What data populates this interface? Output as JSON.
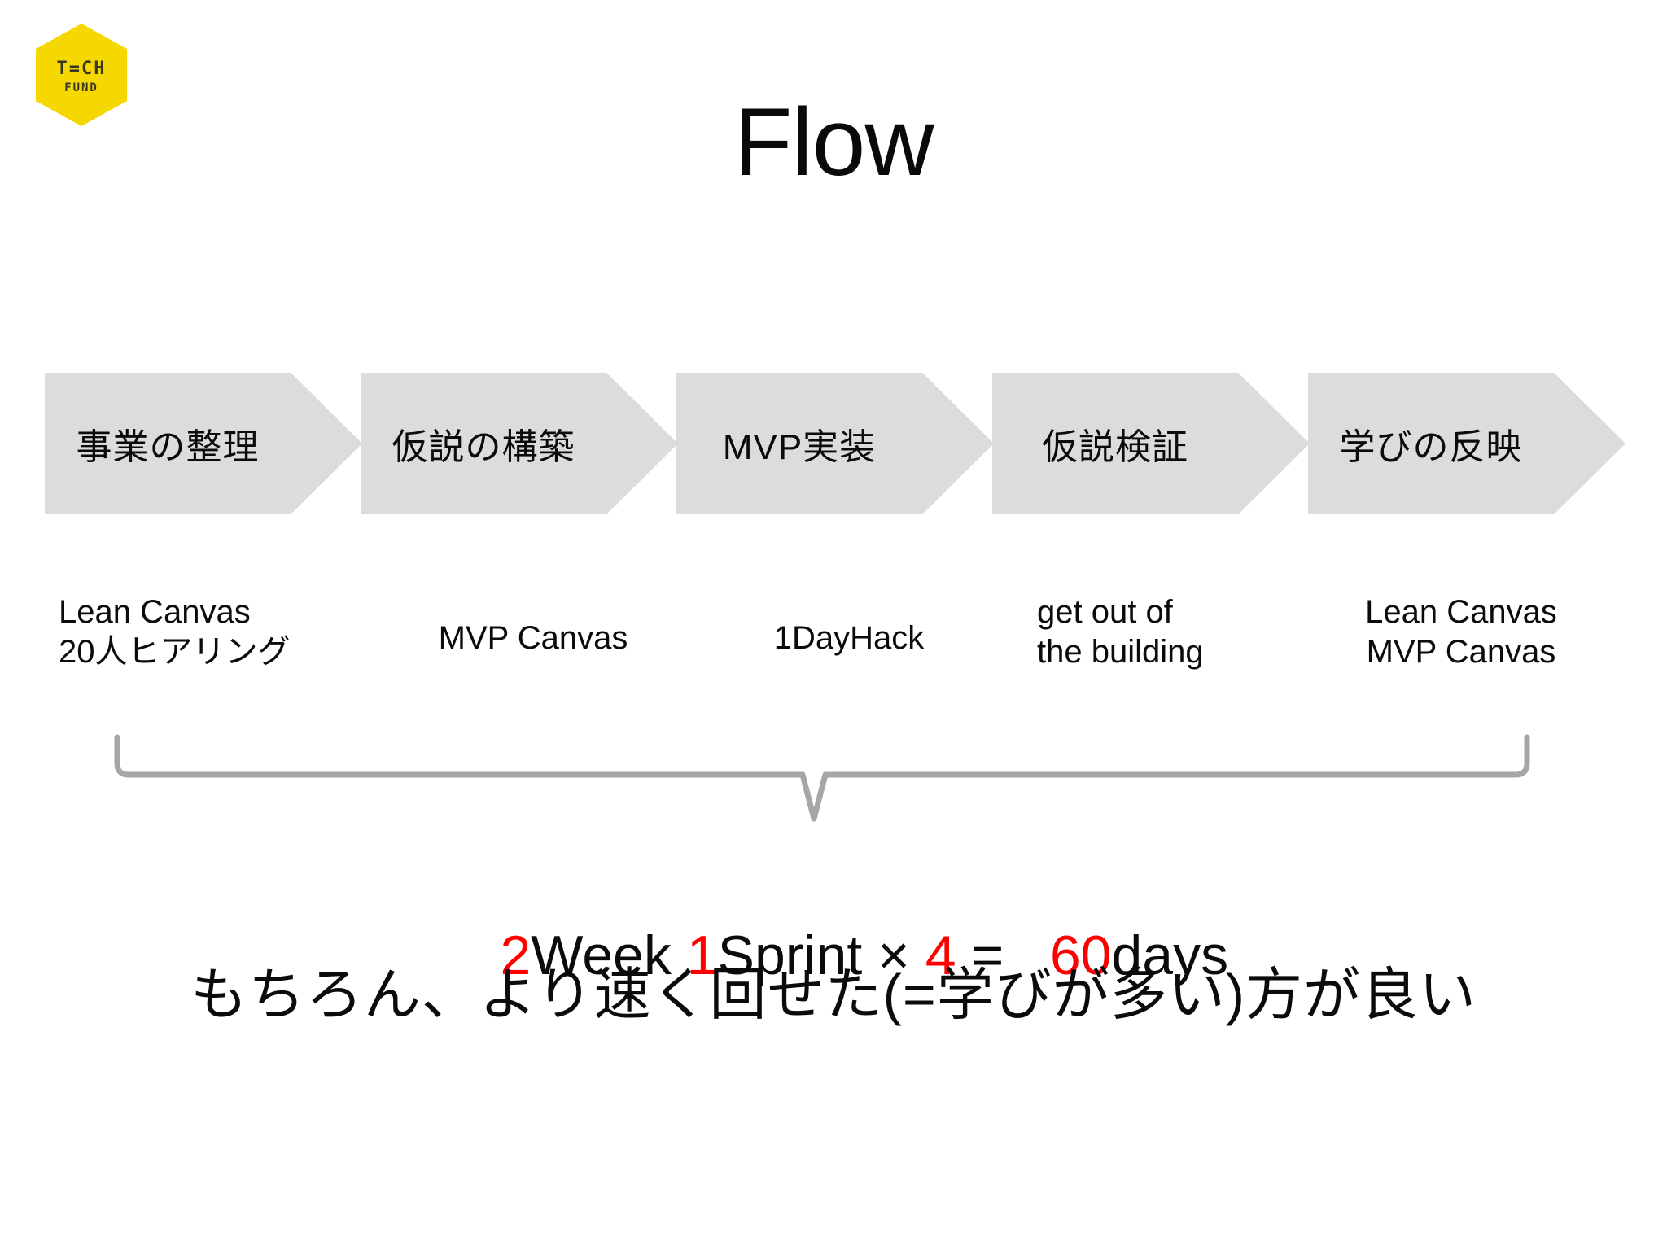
{
  "slide": {
    "title": "Flow",
    "background_color": "#ffffff",
    "logo": {
      "name": "tech-fund-logo",
      "primary_text": "T=CH",
      "secondary_text": "FUND",
      "hex_color": "#f5d800",
      "text_color": "#3b3624"
    }
  },
  "flow": {
    "chevron_fill": "#dcdcdc",
    "steps": [
      {
        "label": "事業の整理",
        "caption": "Lean Canvas\n20人ヒアリング",
        "align": "left",
        "single_line": false
      },
      {
        "label": "仮説の構築",
        "caption": "MVP Canvas",
        "align": "center",
        "single_line": true
      },
      {
        "label": "MVP実装",
        "caption": "1DayHack",
        "align": "center",
        "single_line": true
      },
      {
        "label": "仮説検証",
        "caption": "get out of\nthe building",
        "align": "center",
        "single_line": false
      },
      {
        "label": "学びの反映",
        "caption": "Lean Canvas\nMVP Canvas",
        "align": "center",
        "single_line": false
      }
    ]
  },
  "summary": {
    "bracket_color": "#a6a6a6",
    "formula": {
      "parts": [
        {
          "text": "2",
          "color": "#ff0000"
        },
        {
          "text": "Week ",
          "color": "#0b0b0b"
        },
        {
          "text": "1",
          "color": "#ff0000"
        },
        {
          "text": "Sprint × ",
          "color": "#0b0b0b"
        },
        {
          "text": "4",
          "color": "#ff0000"
        },
        {
          "text": " =   ",
          "color": "#0b0b0b"
        },
        {
          "text": "60",
          "color": "#ff0000"
        },
        {
          "text": "days",
          "color": "#0b0b0b"
        }
      ],
      "plain": "2Week 1Sprint × 4 =   60days"
    },
    "footnote": "もちろん、より速く回せた(=学びが多い)方が良い"
  }
}
